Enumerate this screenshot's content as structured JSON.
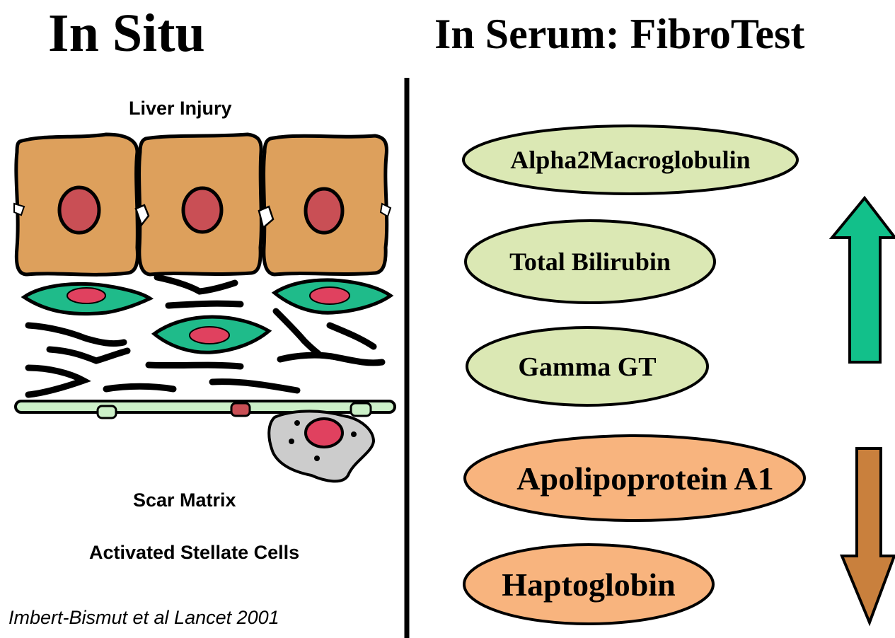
{
  "left_panel": {
    "title": "In Situ",
    "labels": {
      "top": "Liver Injury",
      "scar": "Scar Matrix",
      "cells": "Activated Stellate Cells"
    },
    "citation": "Imbert-Bismut et al  Lancet 2001"
  },
  "right_panel": {
    "title": "In Serum: FibroTest",
    "markers_increased": [
      "Alpha2Macroglobulin",
      "Total Bilirubin",
      "Gamma GT"
    ],
    "markers_decreased": [
      "Apolipoprotein A1",
      "Haptoglobin"
    ]
  },
  "colors": {
    "hepatocyte": "#dda05c",
    "nucleus": "#c94f55",
    "stellate_cell": "#1fbb8a",
    "stellate_nucleus": "#e0415f",
    "membrane": "#ccf0c8",
    "macrophage": "#cccccc",
    "increased_marker_fill": "#dbe8b4",
    "decreased_marker_fill": "#f8b47e",
    "up_arrow": "#12c08a",
    "down_arrow": "#c9803d"
  }
}
